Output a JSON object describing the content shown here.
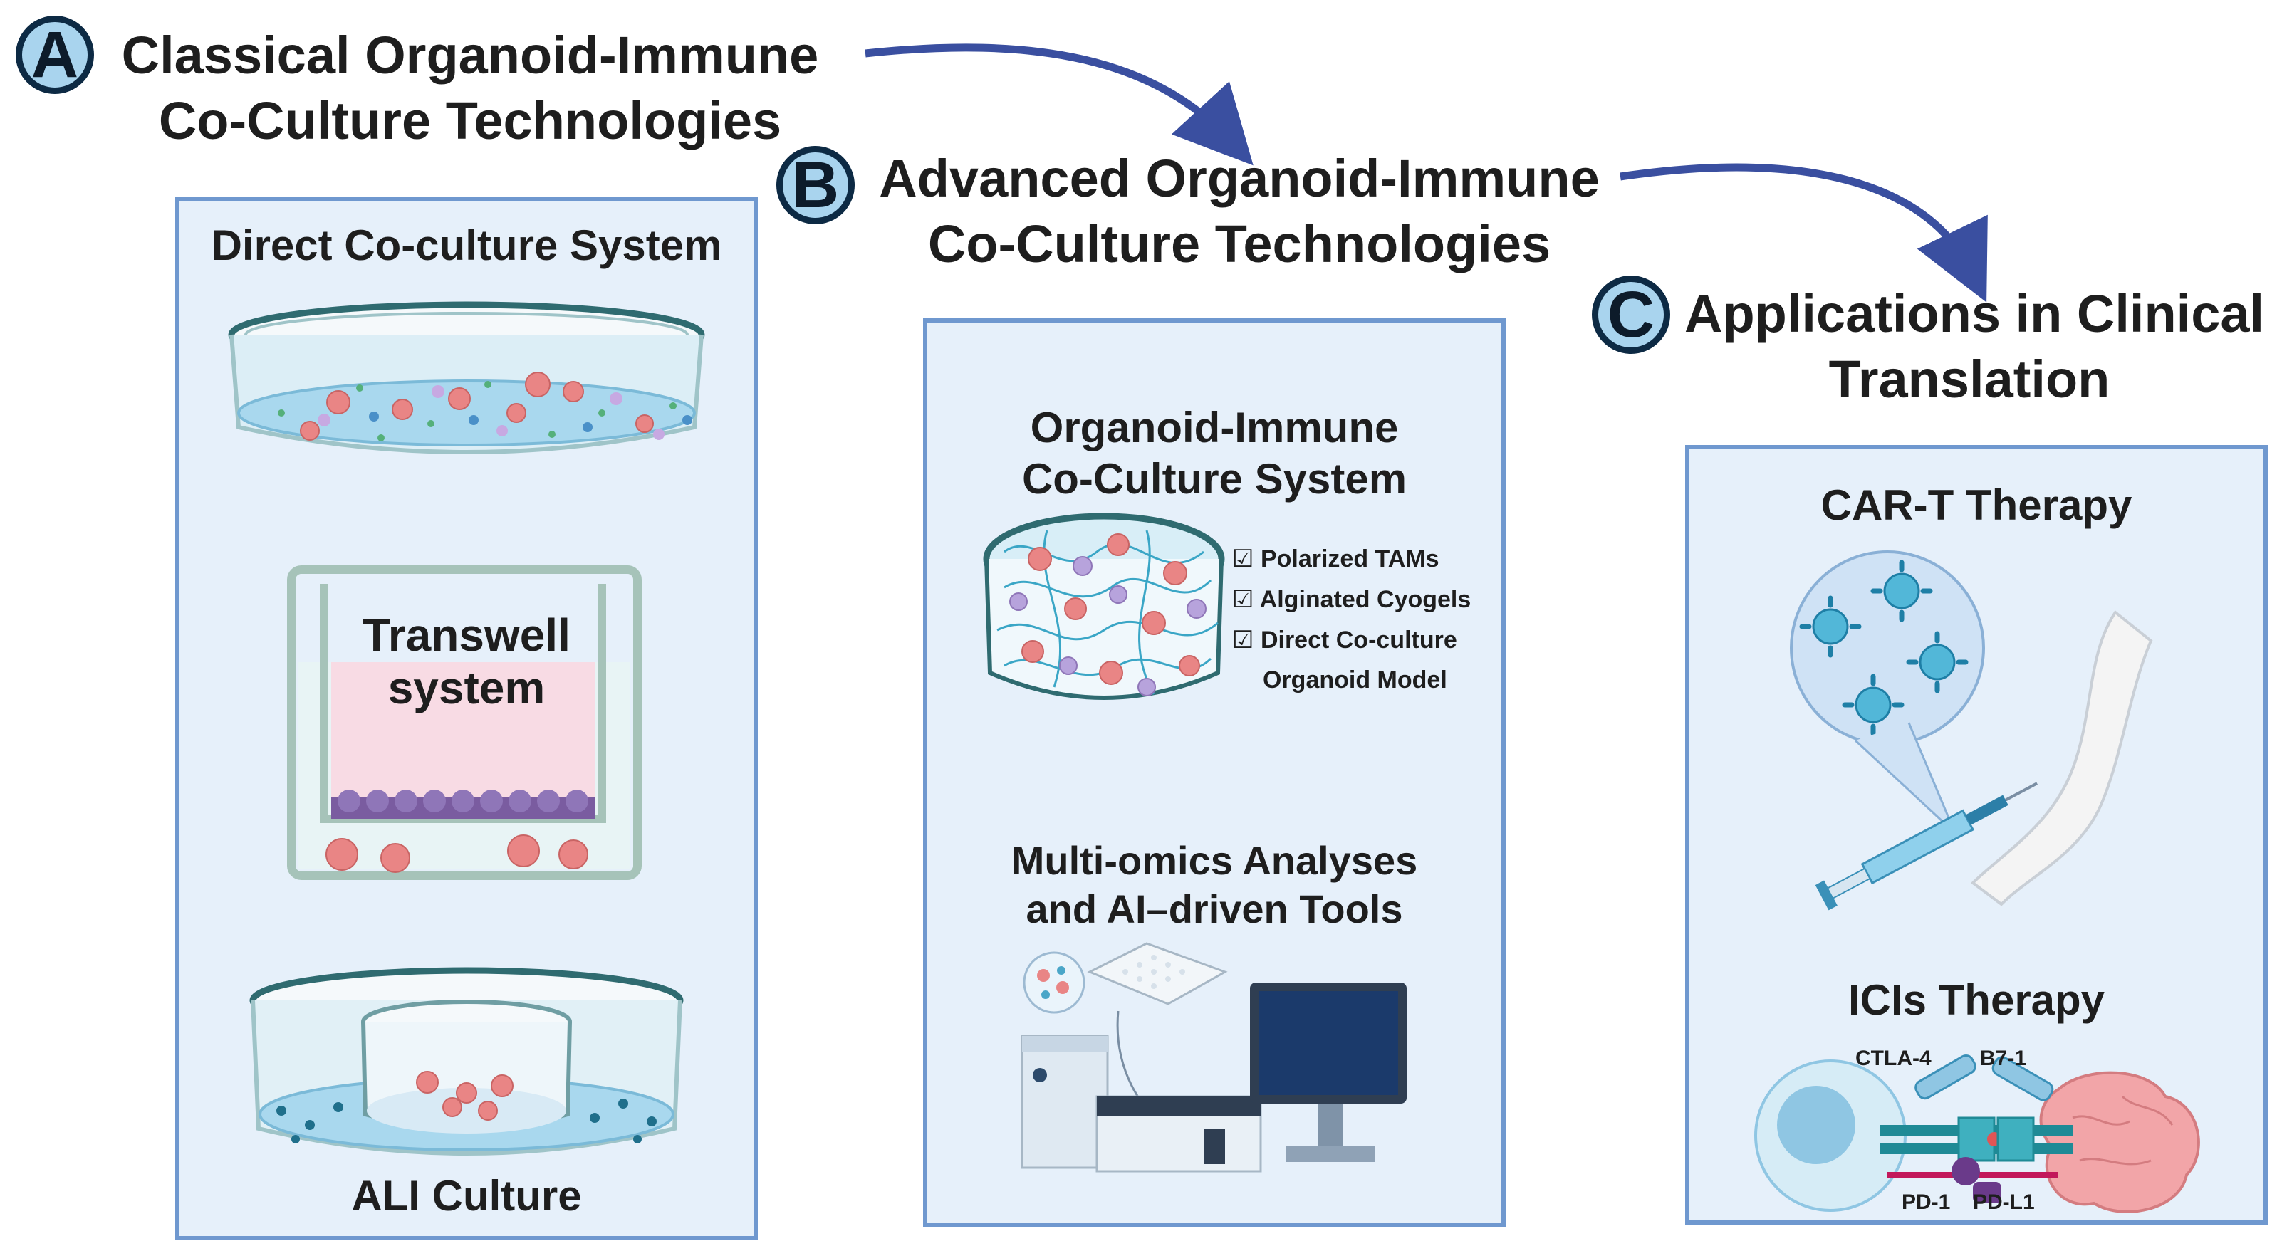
{
  "sections": {
    "a": {
      "letter": "A",
      "title_line1": "Classical Organoid-Immune",
      "title_line2": "Co-Culture Technologies",
      "items": {
        "direct": "Direct Co-culture System",
        "transwell_line1": "Transwell",
        "transwell_line2": "system",
        "ali": "ALI  Culture"
      }
    },
    "b": {
      "letter": "B",
      "title_line1": "Advanced Organoid-Immune",
      "title_line2": "Co-Culture Technologies",
      "items": {
        "system_line1": "Organoid-Immune",
        "system_line2": "Co-Culture System",
        "checklist": [
          "Polarized TAMs",
          "Alginated Cyogels",
          "Direct Co-culture"
        ],
        "checklist_continuation": "Organoid Model",
        "multiomics_line1": "Multi-omics Analyses",
        "multiomics_line2": "and AI–driven Tools"
      }
    },
    "c": {
      "letter": "C",
      "title_line1": "Applications in Clinical",
      "title_line2": "Translation",
      "items": {
        "cart": "CAR-T Therapy",
        "icis": "ICIs Therapy",
        "ctla4": "CTLA-4",
        "b71": "B7-1",
        "pd1": "PD-1",
        "pdl1": "PD-L1"
      }
    }
  },
  "colors": {
    "badge_fill": "#a9d4ee",
    "badge_ring": "#0d2a44",
    "panel_fill": "#e6f0fa",
    "panel_border": "#6f98cf",
    "arrow": "#3a4fa0",
    "organoid": "#e98585",
    "media": "#8fc6e3"
  },
  "icons": [
    "checkbox-icon",
    "curved-arrow-icon",
    "petri-dish-icon",
    "transwell-icon",
    "syringe-icon",
    "computer-icon",
    "plate-icon",
    "tumor-icon",
    "t-cell-icon"
  ]
}
